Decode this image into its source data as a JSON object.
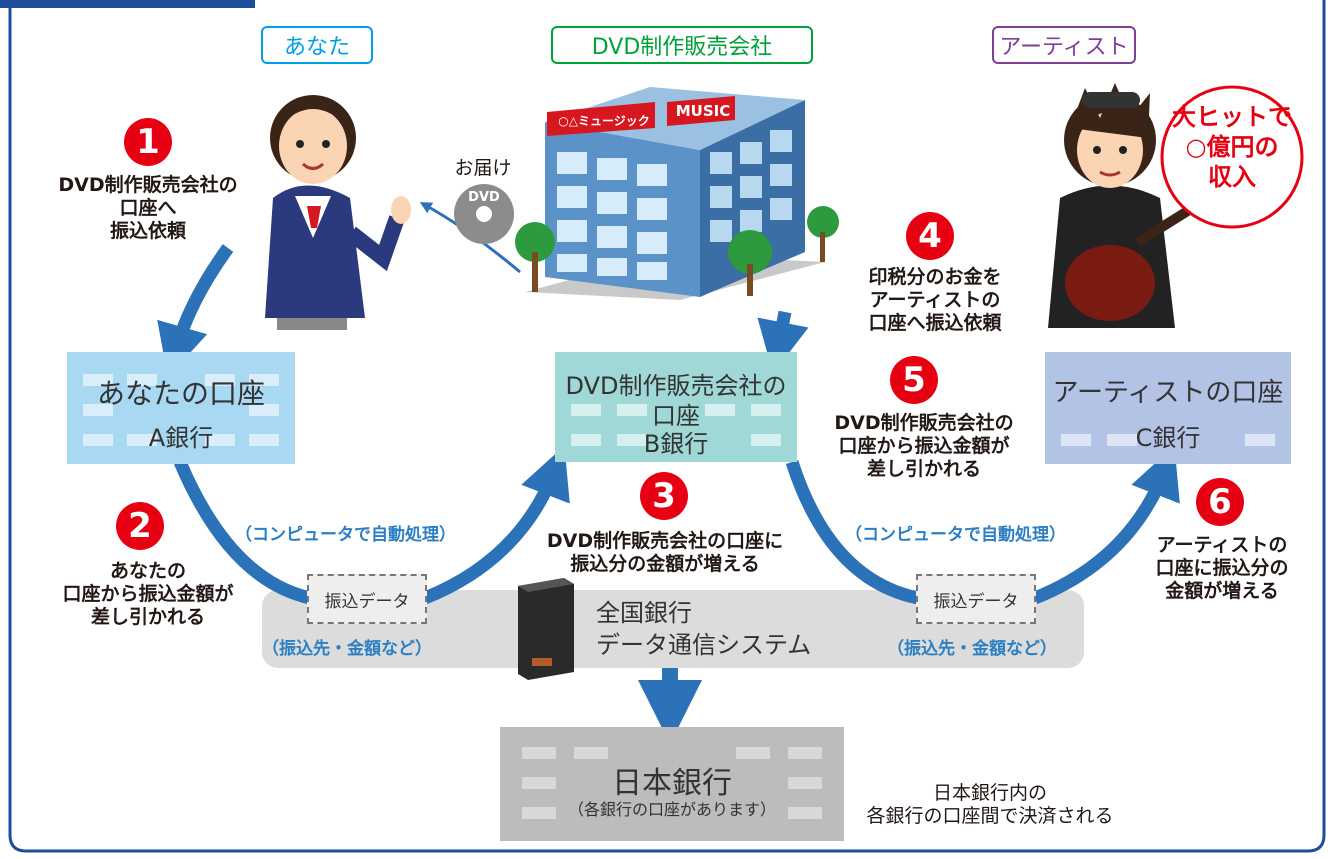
{
  "headers": {
    "you": "あなた",
    "company": "DVD制作販売会社",
    "artist": "アーティスト"
  },
  "steps": {
    "s1": {
      "num": "1",
      "lines": [
        "DVD制作販売会社の",
        "口座へ",
        "振込依頼"
      ]
    },
    "s2": {
      "num": "2",
      "lines": [
        "あなたの",
        "口座から振込金額が",
        "差し引かれる"
      ]
    },
    "s3": {
      "num": "3",
      "lines": [
        "DVD制作販売会社の口座に",
        "振込分の金額が増える"
      ]
    },
    "s4": {
      "num": "4",
      "lines": [
        "印税分のお金を",
        "アーティストの",
        "口座へ振込依頼"
      ]
    },
    "s5": {
      "num": "5",
      "lines": [
        "DVD制作販売会社の",
        "口座から振込金額が",
        "差し引かれる"
      ]
    },
    "s6": {
      "num": "6",
      "lines": [
        "アーティストの",
        "口座に振込分の",
        "金額が増える"
      ]
    }
  },
  "banks": {
    "a": {
      "name": "あなたの口座",
      "bank": "A銀行"
    },
    "b": {
      "name": "DVD制作販売会社の",
      "name2": "口座",
      "bank": "B銀行"
    },
    "c": {
      "name": "アーティストの口座",
      "bank": "C銀行"
    },
    "boj": {
      "name": "日本銀行",
      "sub": "（各銀行の口座があります）"
    }
  },
  "delivery": {
    "label": "お届け",
    "disc": "DVD"
  },
  "building_signs": {
    "store": "○△ミュージック",
    "music": "MUSIC"
  },
  "hit_bubble": [
    "大ヒットで",
    "○億円の",
    "収入"
  ],
  "auto_process": "（コンピュータで自動処理）",
  "transfer_data": "振込データ",
  "transfer_detail": "（振込先・金額など）",
  "system": [
    "全国銀行",
    "データ通信システム"
  ],
  "settlement": [
    "日本銀行内の",
    "各銀行の口座間で決済される"
  ],
  "colors": {
    "frame": "#1d4d9b",
    "step_red": "#e60012",
    "arrow_blue": "#2b72b8",
    "you": "#00a0e9",
    "company": "#00a23a",
    "artist": "#7d3f98",
    "bank_a": "#a8d8f2",
    "bank_b": "#9fd8d6",
    "bank_c": "#b3c3e6",
    "boj": "#bcbcbc"
  }
}
